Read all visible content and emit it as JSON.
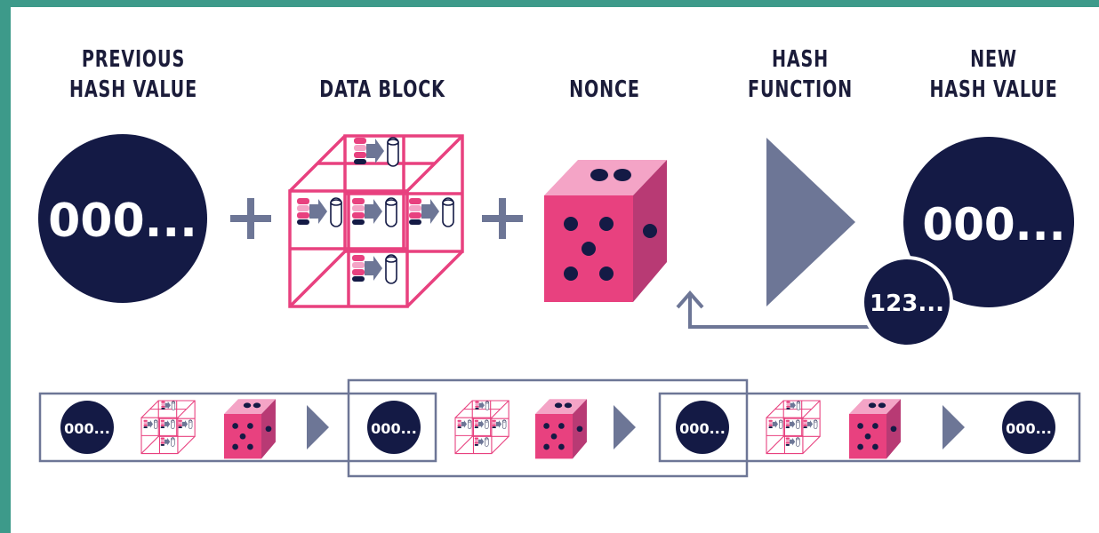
{
  "labels": {
    "previous_hash": [
      "PREVIOUS",
      "HASH VALUE"
    ],
    "data_block": "DATA BLOCK",
    "nonce": "NONCE",
    "hash_function": [
      "HASH",
      "FUNCTION"
    ],
    "new_hash": [
      "NEW",
      "HASH VALUE"
    ]
  },
  "circle_text": "000...",
  "nonce_value": "123...",
  "colors": {
    "navy": "#141a45",
    "pink": "#e8417f",
    "pink_light": "#f4a4c6",
    "pink_dark": "#b83a74",
    "slate": "#6d7696",
    "border": "#3d9a8a"
  }
}
